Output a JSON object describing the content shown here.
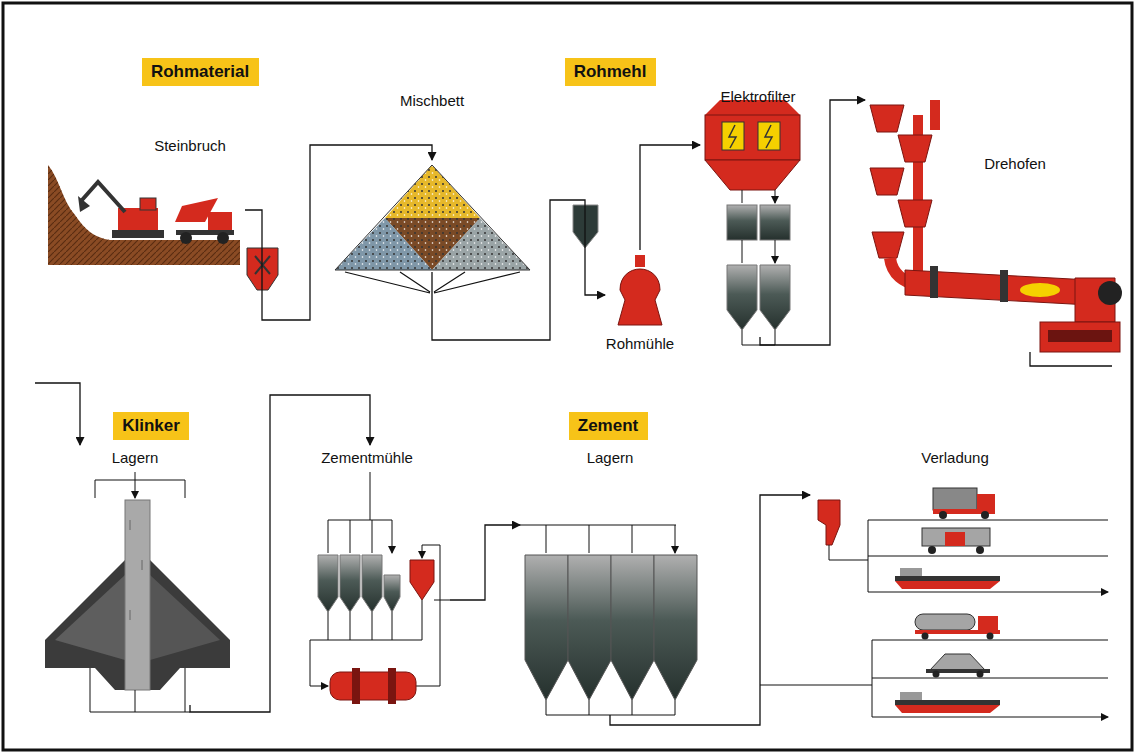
{
  "diagram": {
    "nodes": [
      {
        "text": [
          "Rohmaterial"
        ]
      },
      {
        "text": [
          "Steinbruch"
        ]
      },
      {
        "text": [
          "Mischbett"
        ]
      },
      {
        "text": [
          "Rohmehl"
        ]
      },
      {
        "text": [
          "Elektrofilter"
        ]
      },
      {
        "text": [
          "Drehofen"
        ]
      },
      {
        "text": [
          "Rohmühle"
        ]
      },
      {
        "text": [
          "Klinker"
        ]
      },
      {
        "text": [
          "Lagern"
        ]
      },
      {
        "text": [
          "Zementmühle"
        ]
      },
      {
        "text": [
          "Zement"
        ]
      },
      {
        "text": [
          "Lagern"
        ]
      },
      {
        "text": [
          "Verladung"
        ]
      }
    ],
    "edges": [
      {
        "from": 1,
        "to": 2,
        "arrow": "to"
      },
      {
        "from": 2,
        "to": 6,
        "arrow": "to"
      },
      {
        "from": 6,
        "to": 4,
        "arrow": "to"
      },
      {
        "from": 4,
        "to": 5,
        "arrow": "to"
      },
      {
        "from": 5,
        "to": 8,
        "arrow": "to"
      },
      {
        "from": 8,
        "to": 9,
        "arrow": "to"
      },
      {
        "from": 9,
        "to": 11,
        "arrow": "to"
      },
      {
        "from": 11,
        "to": 12,
        "arrow": "to"
      }
    ]
  }
}
